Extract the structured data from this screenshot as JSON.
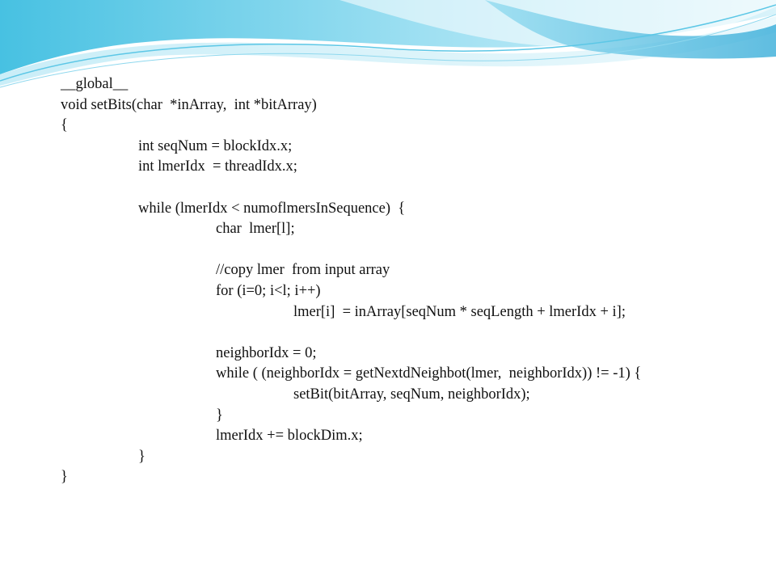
{
  "code_lines": [
    {
      "indent": 0,
      "text": "__global__"
    },
    {
      "indent": 0,
      "text": "void setBits(char  *inArray,  int *bitArray)"
    },
    {
      "indent": 0,
      "text": "{"
    },
    {
      "indent": 1,
      "text": "int seqNum = blockIdx.x;"
    },
    {
      "indent": 1,
      "text": "int lmerIdx  = threadIdx.x;"
    },
    {
      "indent": 0,
      "text": ""
    },
    {
      "indent": 1,
      "text": "while (lmerIdx < numoflmersInSequence)  {"
    },
    {
      "indent": 2,
      "text": "char  lmer[l];"
    },
    {
      "indent": 0,
      "text": ""
    },
    {
      "indent": 2,
      "text": "//copy lmer  from input array"
    },
    {
      "indent": 2,
      "text": "for (i=0; i<l; i++)"
    },
    {
      "indent": 3,
      "text": "lmer[i]  = inArray[seqNum * seqLength + lmerIdx + i];"
    },
    {
      "indent": 0,
      "text": ""
    },
    {
      "indent": 2,
      "text": "neighborIdx = 0;"
    },
    {
      "indent": 2,
      "text": "while ( (neighborIdx = getNextdNeighbot(lmer,  neighborIdx)) != -1) {"
    },
    {
      "indent": 3,
      "text": "setBit(bitArray, seqNum, neighborIdx);"
    },
    {
      "indent": 2,
      "text": "}"
    },
    {
      "indent": 2,
      "text": "lmerIdx += blockDim.x;"
    },
    {
      "indent": 1,
      "text": "}"
    },
    {
      "indent": 0,
      "text": "}"
    }
  ],
  "theme": {
    "wave_light": "#d6f1f8",
    "wave_mid": "#7fd7ee",
    "wave_dark": "#3fb7dc",
    "text_color": "#111111"
  }
}
